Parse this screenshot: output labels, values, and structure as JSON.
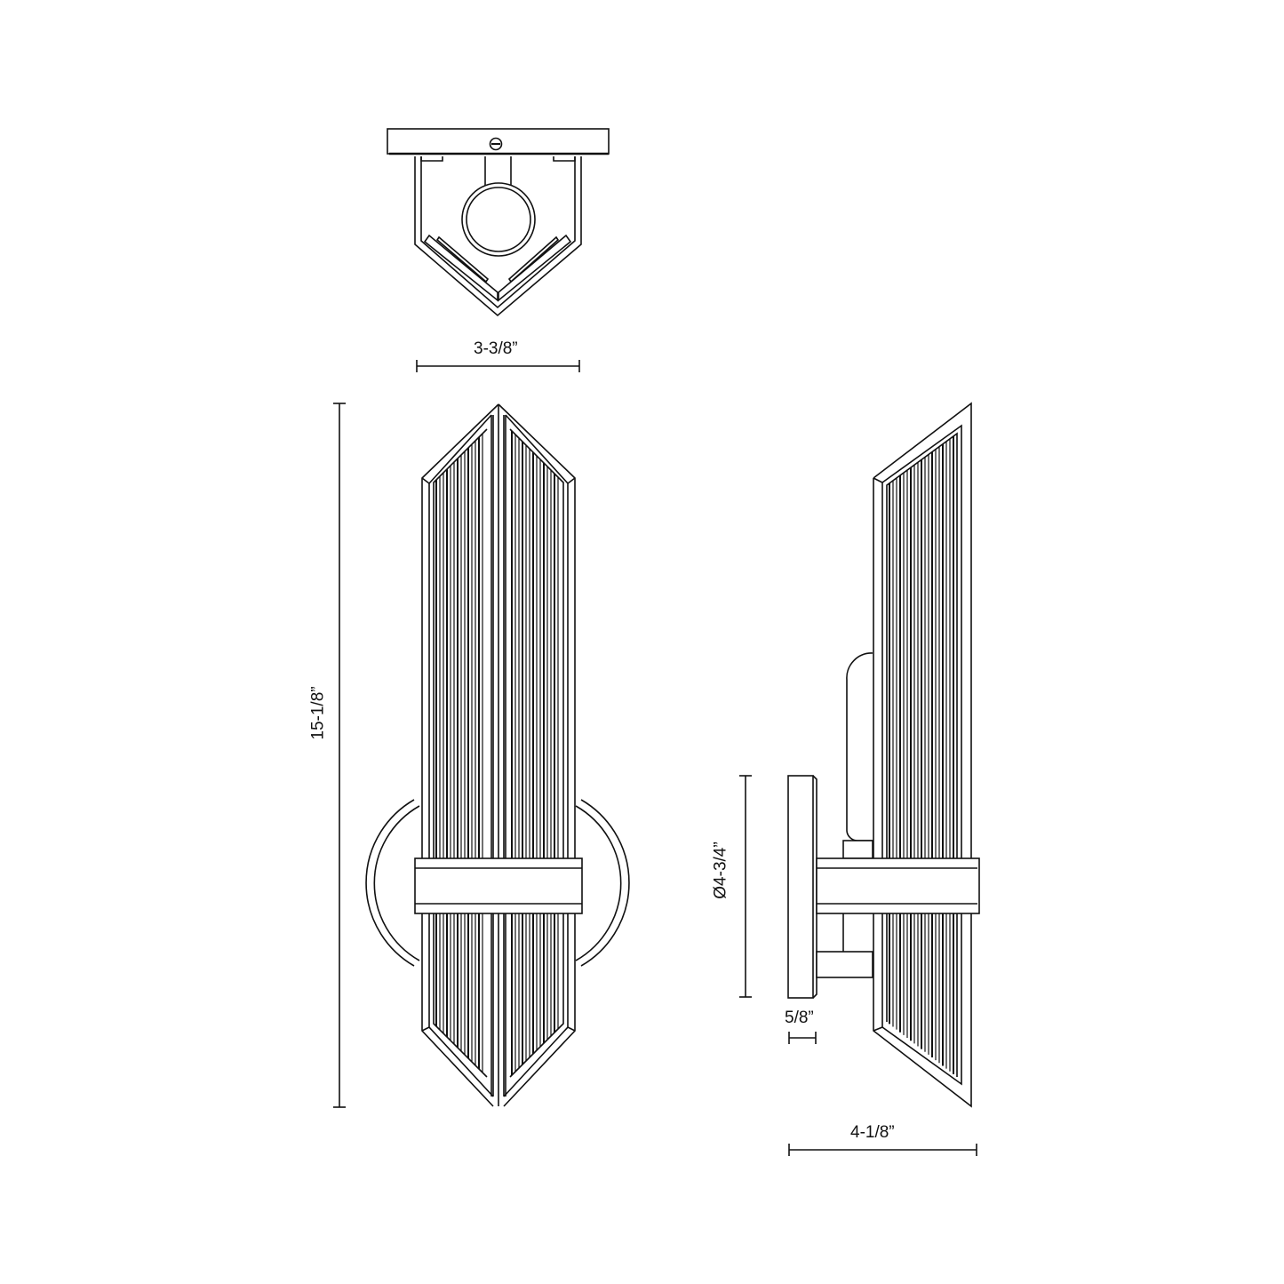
{
  "diagram": {
    "subject": "Wall sconce dimension drawing",
    "line_color": "#111111",
    "background": "#ffffff",
    "views": [
      {
        "name": "top-view",
        "description": "Top view with backplate, screw, pentagonal frame and center socket"
      },
      {
        "name": "front-view",
        "description": "Front elevation, two fluted glass panels with pointed ends, center band and round backplate"
      },
      {
        "name": "side-view",
        "description": "Side elevation, backplate, arm, canopy and fluted glass panel"
      }
    ],
    "dimensions": {
      "top_width": "3-3/8”",
      "height": "15-1/8”",
      "backplate_diameter": "Ø4-3/4”",
      "backplate_depth": "5/8”",
      "extension": "4-1/8”"
    }
  }
}
